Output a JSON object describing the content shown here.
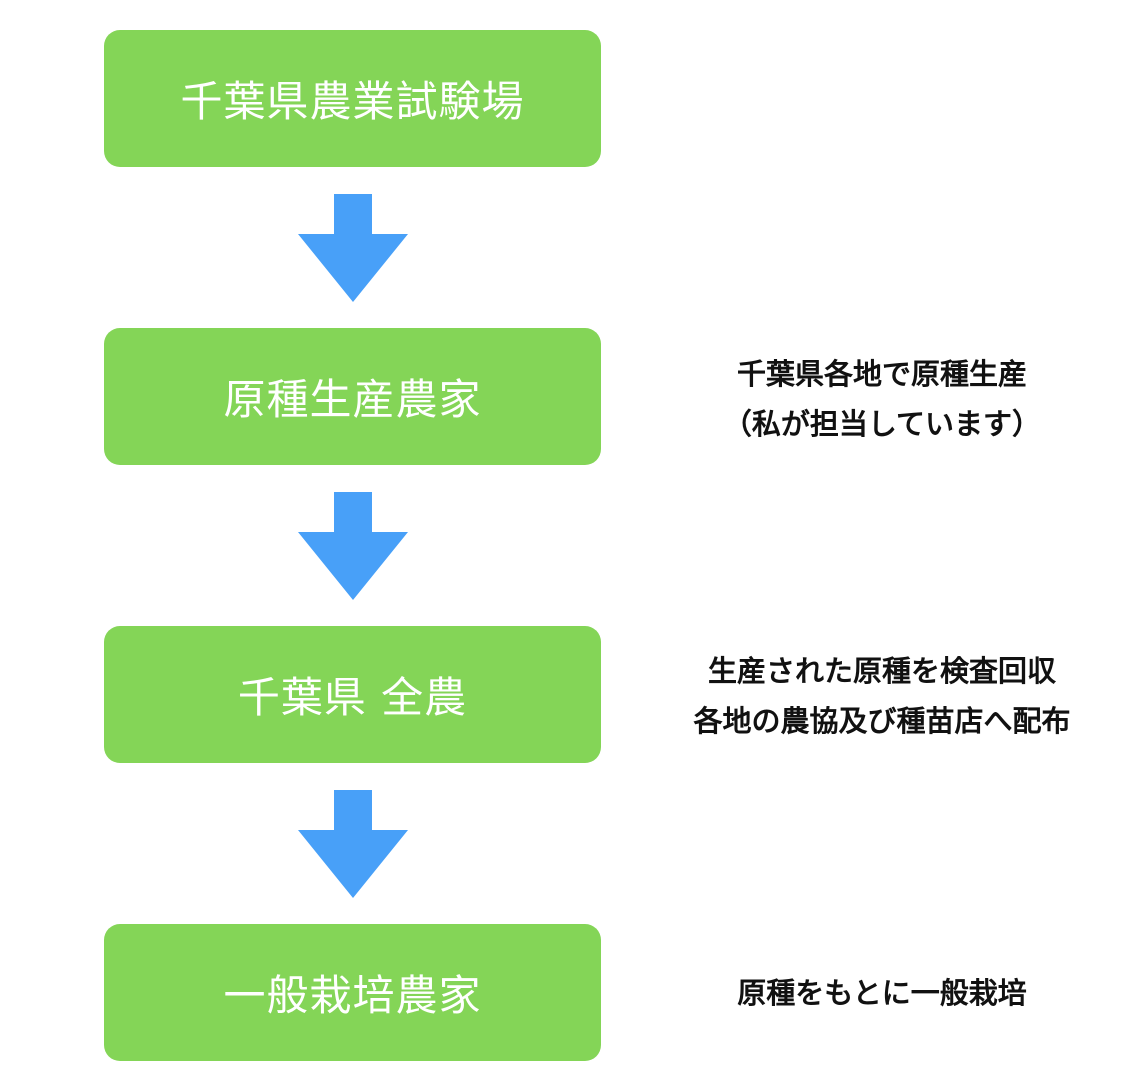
{
  "colors": {
    "box_fill": "#84d557",
    "arrow_fill": "#48a0f8",
    "box_text": "#ffffff",
    "note_text": "#111111"
  },
  "steps": [
    {
      "label": "千葉県農業試験場"
    },
    {
      "label": "原種生産農家"
    },
    {
      "label": "千葉県 全農"
    },
    {
      "label": "一般栽培農家"
    }
  ],
  "notes": [
    {
      "lines": [
        "千葉県各地で原種生産",
        "（私が担当しています）"
      ]
    },
    {
      "lines": [
        "生産された原種を検査回収",
        "各地の農協及び種苗店へ配布"
      ]
    },
    {
      "lines": [
        "原種をもとに一般栽培"
      ]
    }
  ]
}
